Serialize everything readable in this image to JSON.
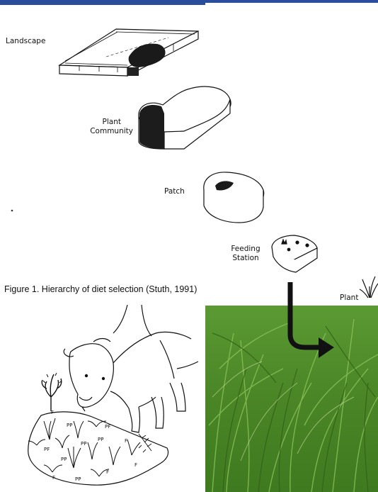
{
  "levels": {
    "landscape": "Landscape",
    "plant_community_1": "Plant",
    "plant_community_2": "Community",
    "patch": "Patch",
    "feeding_station_1": "Feeding",
    "feeding_station_2": "Station",
    "plant": "Plant"
  },
  "caption": "Figure 1. Hierarchy of diet selection (Stuth, 1991)",
  "plant_labels": [
    "F",
    "PP",
    "PF",
    "PP",
    "PF",
    "PP",
    "PP",
    "F",
    "F",
    "F",
    "F",
    "PP"
  ],
  "colors": {
    "header_bar": "#2a4e9c",
    "grass": "#4f8a2a",
    "arrow": "#111111"
  }
}
